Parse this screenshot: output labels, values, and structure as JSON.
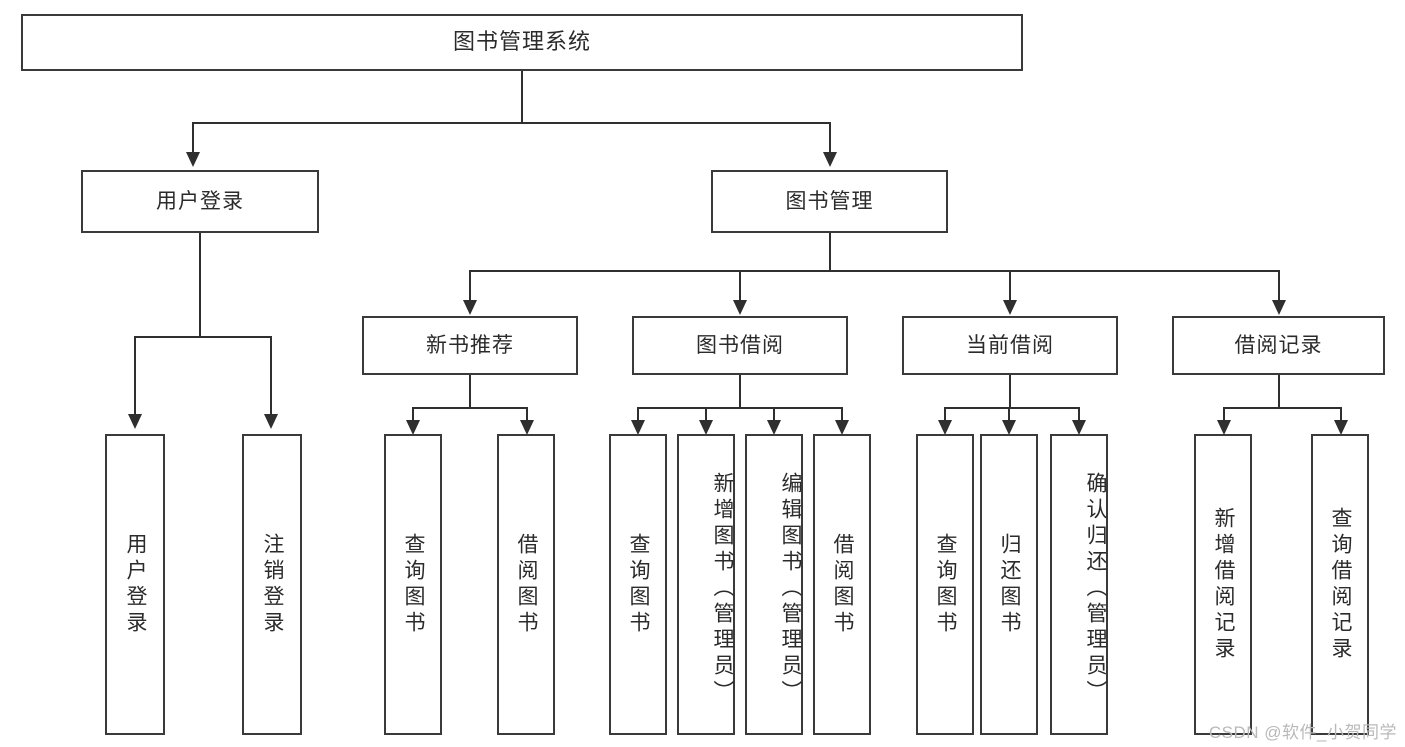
{
  "diagram": {
    "type": "tree-hierarchy",
    "title": "图书管理系统",
    "root": {
      "label": "图书管理系统"
    },
    "level1": [
      {
        "label": "用户登录"
      },
      {
        "label": "图书管理"
      }
    ],
    "level2": [
      {
        "label": "新书推荐"
      },
      {
        "label": "图书借阅"
      },
      {
        "label": "当前借阅"
      },
      {
        "label": "借阅记录"
      }
    ],
    "leaves": {
      "user_login": [
        {
          "label": "用户登录"
        },
        {
          "label": "注销登录"
        }
      ],
      "new_book_recommend": [
        {
          "label": "查询图书"
        },
        {
          "label": "借阅图书"
        }
      ],
      "book_borrow": [
        {
          "label": "查询图书"
        },
        {
          "label": "新增图书（管理员）"
        },
        {
          "label": "编辑图书（管理员）"
        },
        {
          "label": "借阅图书"
        }
      ],
      "current_borrow": [
        {
          "label": "查询图书"
        },
        {
          "label": "归还图书"
        },
        {
          "label": "确认归还（管理员）"
        }
      ],
      "borrow_record": [
        {
          "label": "新增借阅记录"
        },
        {
          "label": "查询借阅记录"
        }
      ]
    }
  },
  "watermark": {
    "text": "CSDN @软件_小贺同学"
  },
  "colors": {
    "box_border": "#3a3a3a",
    "connector": "#2f2f2f",
    "background": "#ffffff",
    "text": "#2b2b2b",
    "watermark": "#b9b9b9"
  }
}
